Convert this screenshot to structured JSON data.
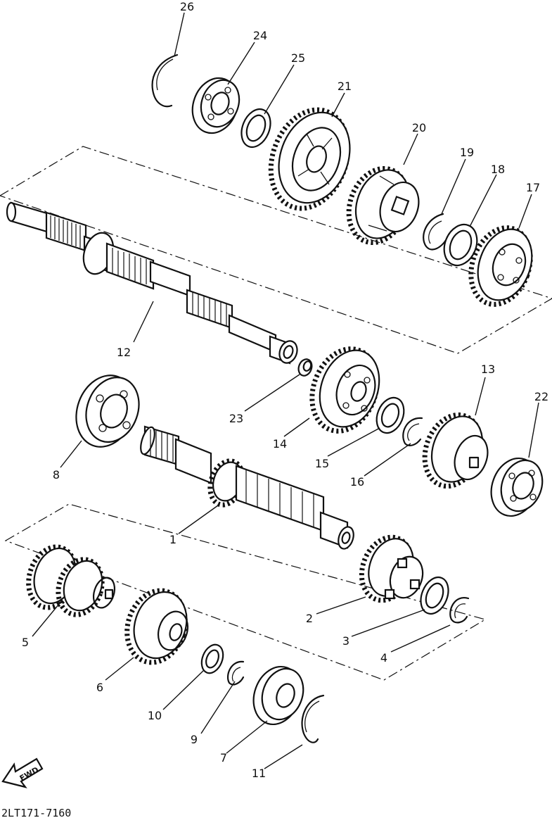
{
  "diagram": {
    "part_numbers": [
      "1",
      "2",
      "3",
      "4",
      "5",
      "6",
      "7",
      "8",
      "9",
      "10",
      "11",
      "12",
      "13",
      "14",
      "15",
      "16",
      "17",
      "18",
      "19",
      "20",
      "21",
      "22",
      "23",
      "24",
      "25",
      "26"
    ],
    "direction_label": "FWD",
    "drawing_code": "2LT171-7160",
    "colors": {
      "ink": "#111111",
      "paper": "#ffffff"
    }
  }
}
